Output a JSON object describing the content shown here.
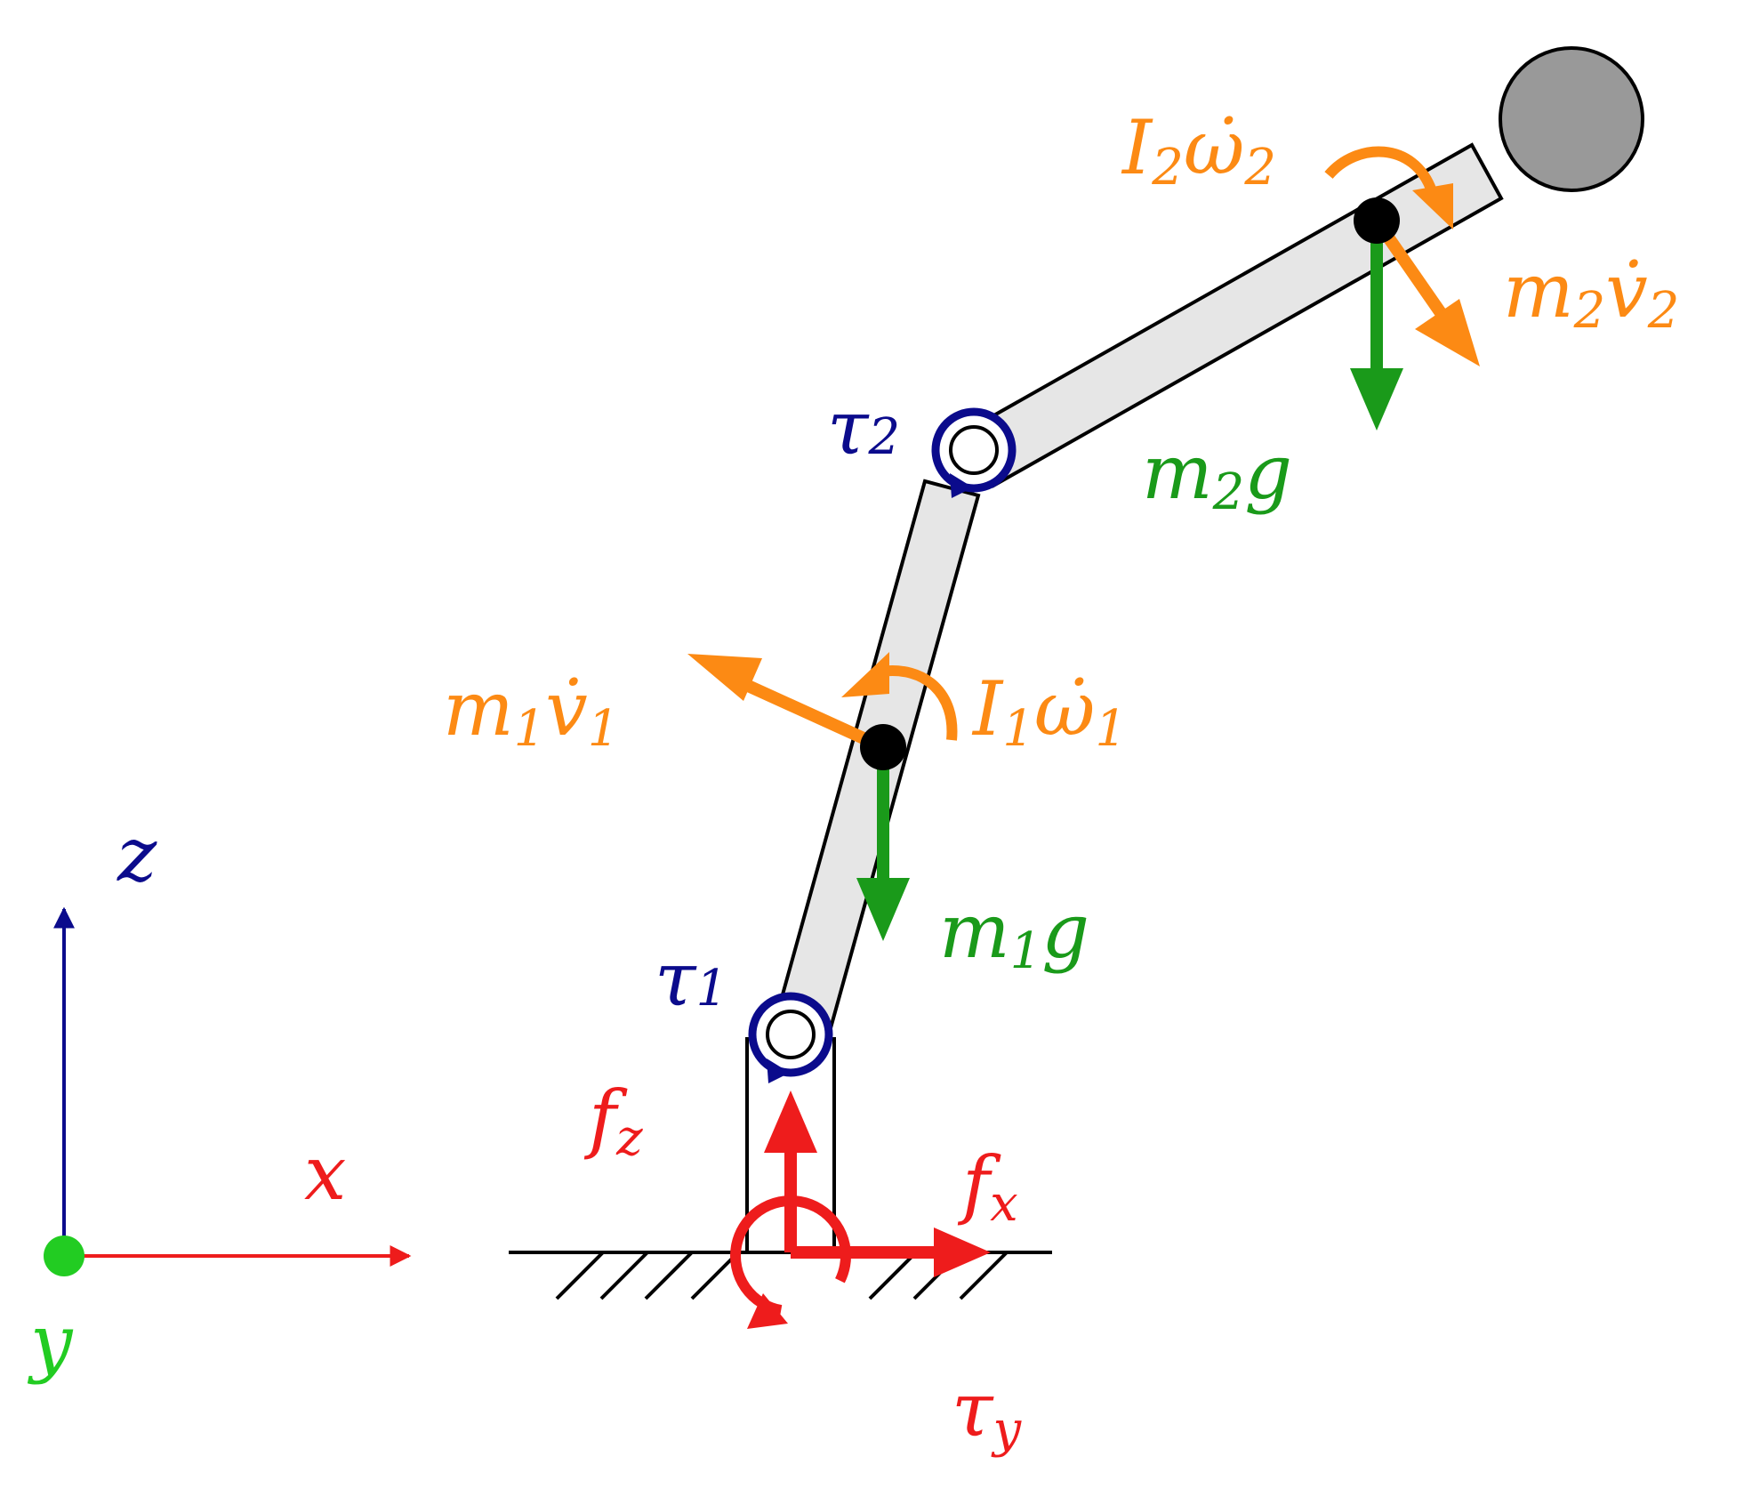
{
  "colors": {
    "red": "#ee1c1c",
    "blue": "#0b0b8c",
    "green": "#1a9a1a",
    "light_green": "#22cc22",
    "orange": "#fc8a14",
    "link_fill": "#e6e6e6",
    "ball_fill": "#999999",
    "black": "#000000"
  },
  "axes": {
    "z": "z",
    "x": "x",
    "y": "y"
  },
  "labels": {
    "tau2": {
      "main": "τ",
      "sub": "2"
    },
    "tau1": {
      "main": "τ",
      "sub": "1"
    },
    "I2w2": {
      "main": "I",
      "sub1": "2",
      "main2": "ω̇",
      "sub2": "2"
    },
    "m2v2": {
      "main": "m",
      "sub1": "2",
      "main2": "v̇",
      "sub2": "2"
    },
    "m2g": {
      "main": "m",
      "sub": "2",
      "tail": "g"
    },
    "m1v1": {
      "main": "m",
      "sub1": "1",
      "main2": "v̇",
      "sub2": "1"
    },
    "I1w1": {
      "main": "I",
      "sub1": "1",
      "main2": "ω̇",
      "sub2": "1"
    },
    "m1g": {
      "main": "m",
      "sub": "1",
      "tail": "g"
    },
    "fz": {
      "main": "f",
      "sub": "z"
    },
    "fx": {
      "main": "f",
      "sub": "x"
    },
    "tauy": {
      "main": "τ",
      "sub": "y"
    }
  }
}
